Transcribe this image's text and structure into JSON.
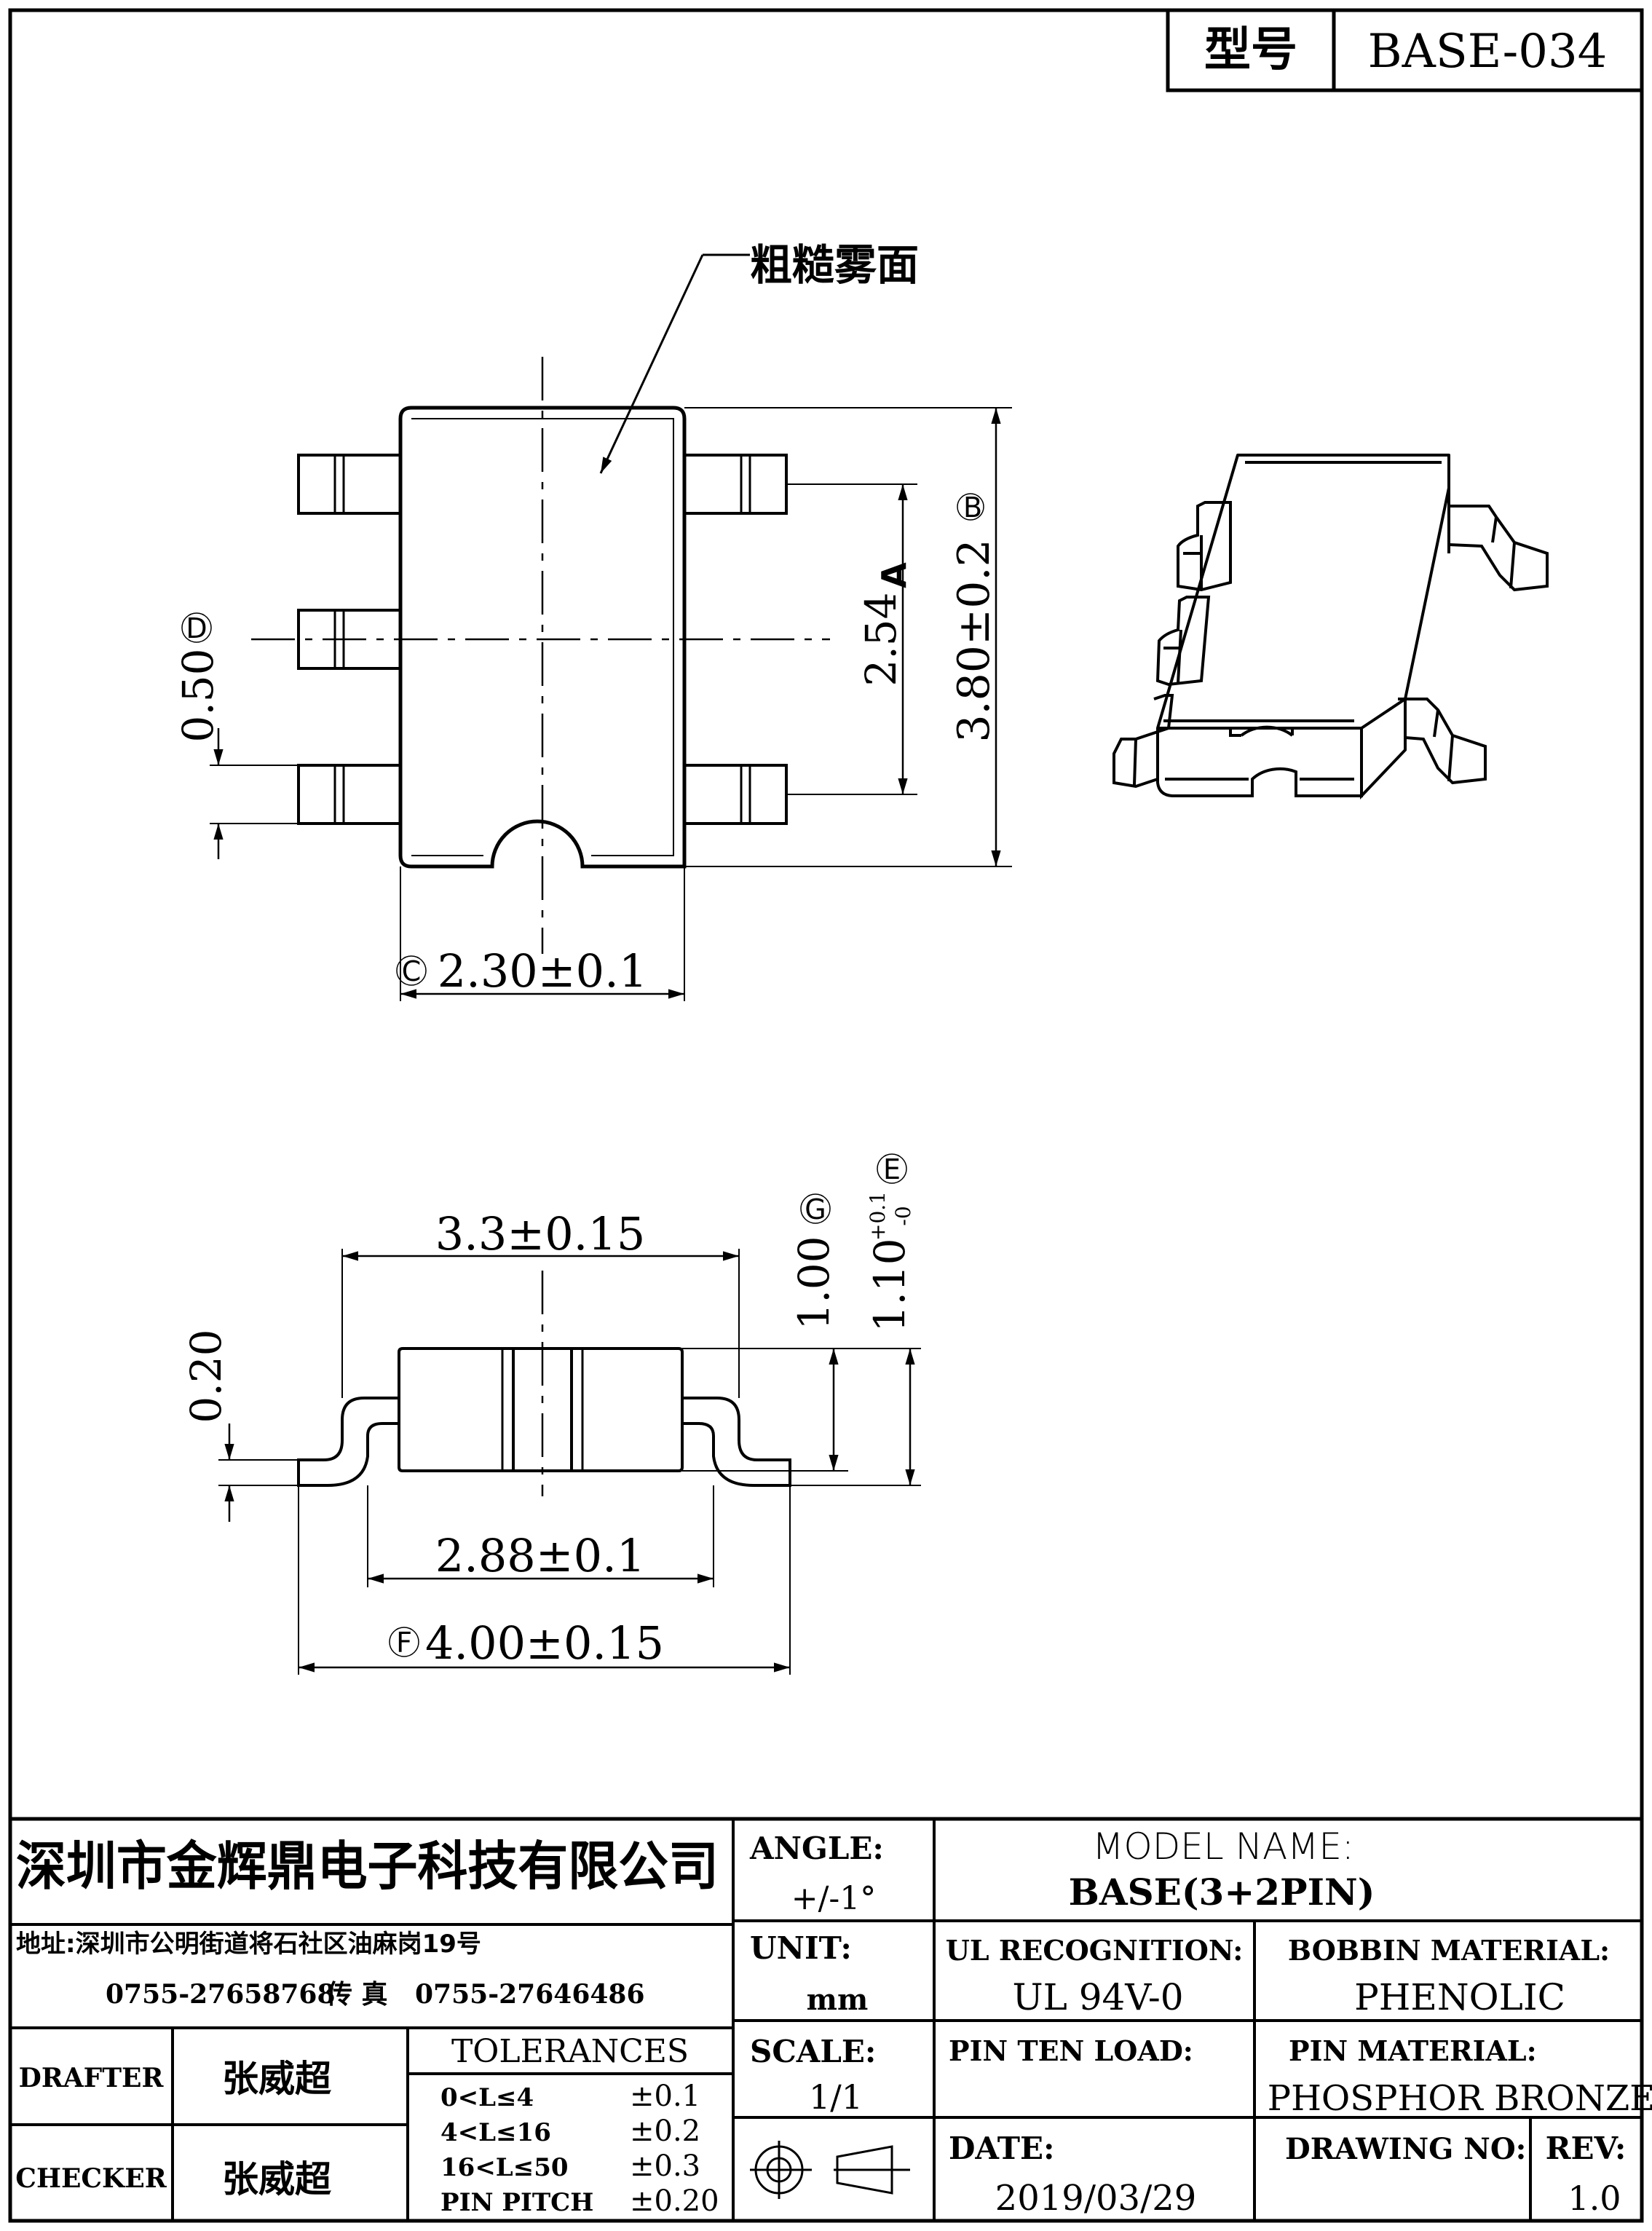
{
  "header": {
    "model_label": "型号",
    "model_value": "BASE-034"
  },
  "drawing": {
    "surface_note": "粗糙雾面",
    "top_view": {
      "dim_A": "2.54",
      "dim_A_ref": "A",
      "dim_B": "3.80±0.2",
      "dim_B_ref": "B",
      "dim_C": "2.30±0.1",
      "dim_C_ref": "C",
      "dim_D": "0.50",
      "dim_D_ref": "D"
    },
    "side_view": {
      "dim_top": "3.3±0.15",
      "dim_inner": "2.88±0.1",
      "dim_F": "4.00±0.15",
      "dim_F_ref": "F",
      "dim_lead": "0.20",
      "dim_G": "1.00",
      "dim_G_ref": "G",
      "dim_E": "1.10",
      "dim_E_tol_plus": "+0.1",
      "dim_E_tol_minus": "-0",
      "dim_E_ref": "E"
    }
  },
  "title_block": {
    "company": "深圳市金辉鼎电子科技有限公司",
    "address": "地址:深圳市公明街道将石社区油麻岗19号",
    "phone": "0755-27658768",
    "fax_label": "传 真",
    "fax": "0755-27646486",
    "drafter_label": "DRAFTER",
    "drafter": "张威超",
    "checker_label": "CHECKER",
    "checker": "张威超",
    "tolerances_label": "TOLERANCES",
    "tolerances": [
      {
        "range": "0<L≤4",
        "tol": "±0.1"
      },
      {
        "range": "4<L≤16",
        "tol": "±0.2"
      },
      {
        "range": "16<L≤50",
        "tol": "±0.3"
      },
      {
        "range": "PIN PITCH",
        "tol": "±0.20"
      }
    ],
    "angle_label": "ANGLE:",
    "angle_value": "+/-1°",
    "unit_label": "UNIT:",
    "unit_value": "mm",
    "scale_label": "SCALE:",
    "scale_value": "1/1",
    "model_name_label": "MODEL NAME:",
    "model_name_value": "BASE(3+2PIN)",
    "ul_label": "UL RECOGNITION:",
    "ul_value": "UL 94V-0",
    "bobbin_label": "BOBBIN MATERIAL:",
    "bobbin_value": "PHENOLIC",
    "pin_ten_label": "PIN TEN LOAD:",
    "pin_material_label": "PIN MATERIAL:",
    "pin_material_value": "PHOSPHOR BRONZE",
    "date_label": "DATE:",
    "date_value": "2019/03/29",
    "drawing_no_label": "DRAWING NO:",
    "rev_label": "REV:",
    "rev_value": "1.0"
  }
}
